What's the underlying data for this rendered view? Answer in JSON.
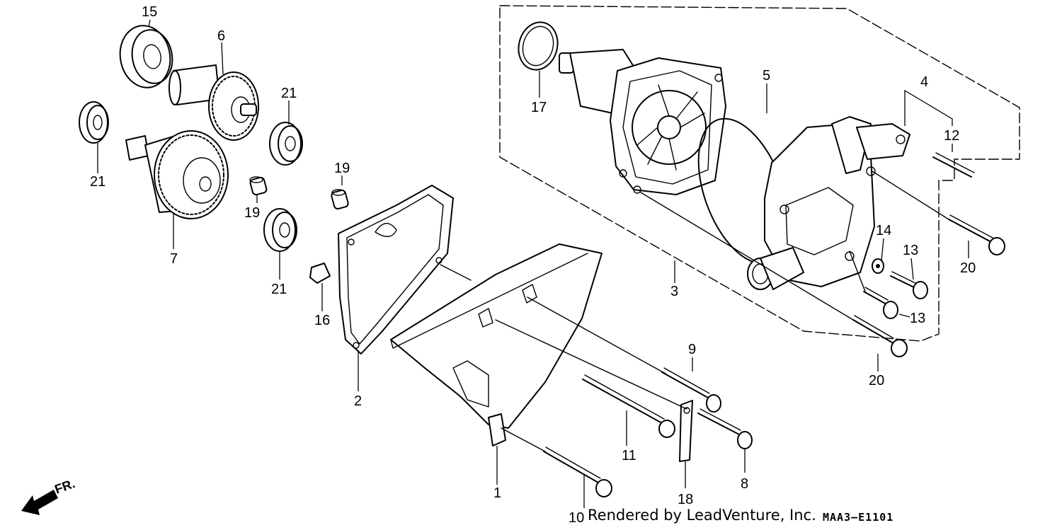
{
  "diagram": {
    "part_labels": {
      "p1": "1",
      "p2": "2",
      "p3": "3",
      "p4": "4",
      "p5": "5",
      "p6": "6",
      "p7": "7",
      "p8": "8",
      "p9": "9",
      "p10": "10",
      "p11": "11",
      "p12": "12",
      "p13a": "13",
      "p13b": "13",
      "p14": "14",
      "p15": "15",
      "p16": "16",
      "p17": "17",
      "p18": "18",
      "p19a": "19",
      "p19b": "19",
      "p20a": "20",
      "p20b": "20",
      "p21a": "21",
      "p21b": "21",
      "p21c": "21"
    },
    "direction_label": "FR.",
    "credit": "Rendered by LeadVenture, Inc.",
    "diagram_code": "MAA3–E1101"
  }
}
